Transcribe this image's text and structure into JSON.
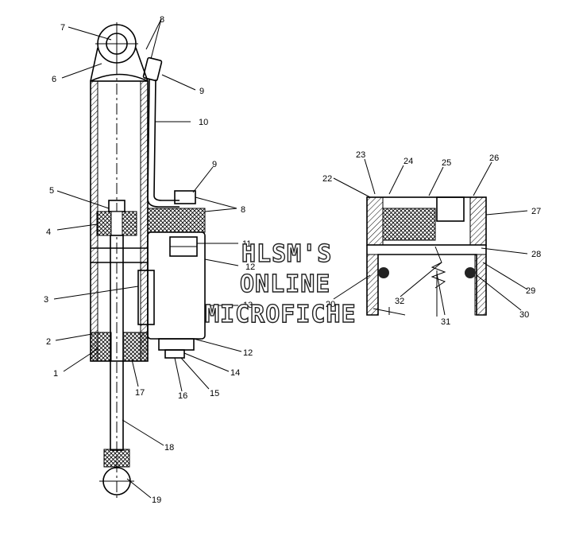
{
  "watermark": {
    "line1": "HLSM'S",
    "line2": "ONLINE",
    "line3": "MICROFICHE"
  },
  "callouts": [
    "1",
    "2",
    "3",
    "4",
    "5",
    "6",
    "7",
    "8",
    "9",
    "10",
    "11",
    "12",
    "13",
    "14",
    "15",
    "16",
    "17",
    "18",
    "19",
    "20",
    "22",
    "23",
    "24",
    "25",
    "26",
    "27",
    "28",
    "29",
    "30",
    "31",
    "32"
  ],
  "duplicate_callouts": {
    "c8b": "8",
    "c9b": "9",
    "c12b": "12"
  }
}
